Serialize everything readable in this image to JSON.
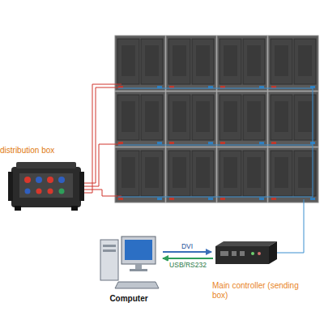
{
  "diagram": {
    "nodes": [
      {
        "text": [
          "distribution box"
        ]
      },
      {
        "text": [
          "Computer"
        ]
      },
      {
        "text": [
          "Main controller (sending box)"
        ]
      }
    ],
    "edges": [
      {
        "from": 1,
        "to": 2,
        "label": "DVI",
        "arrow": "to"
      },
      {
        "from": 2,
        "to": 1,
        "label": "USB/RS232",
        "arrow": "to"
      }
    ]
  }
}
